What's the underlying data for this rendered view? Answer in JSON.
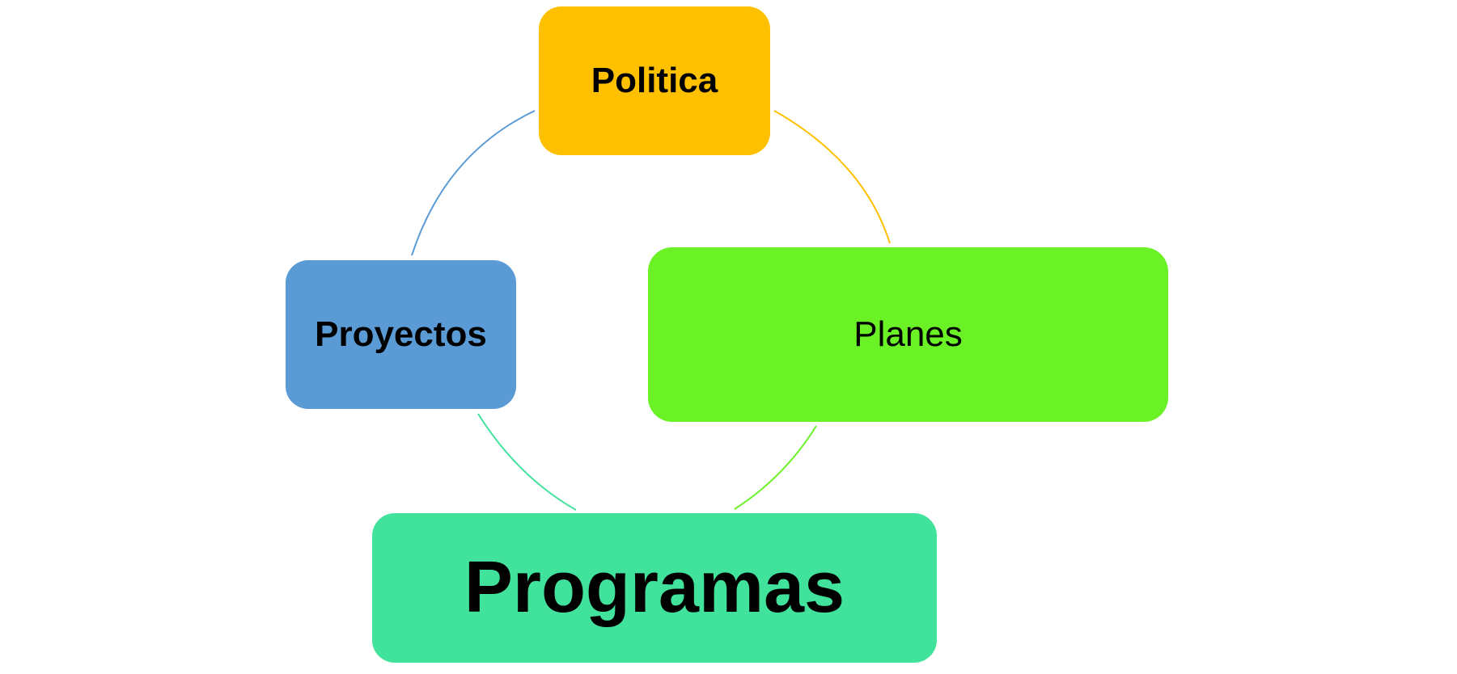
{
  "diagram": {
    "type": "cycle",
    "nodes": [
      {
        "id": "politica",
        "label": "Politica",
        "color": "#FFC000"
      },
      {
        "id": "planes",
        "label": "Planes",
        "color": "#6AF226"
      },
      {
        "id": "programas",
        "label": "Programas",
        "color": "#41E29B"
      },
      {
        "id": "proyectos",
        "label": "Proyectos",
        "color": "#5B9BD5"
      }
    ],
    "connectors": [
      {
        "from": "politica",
        "to": "planes",
        "color": "#FFC000"
      },
      {
        "from": "planes",
        "to": "programas",
        "color": "#6AF226"
      },
      {
        "from": "programas",
        "to": "proyectos",
        "color": "#41E29B"
      },
      {
        "from": "proyectos",
        "to": "politica",
        "color": "#5B9BD5"
      }
    ]
  }
}
